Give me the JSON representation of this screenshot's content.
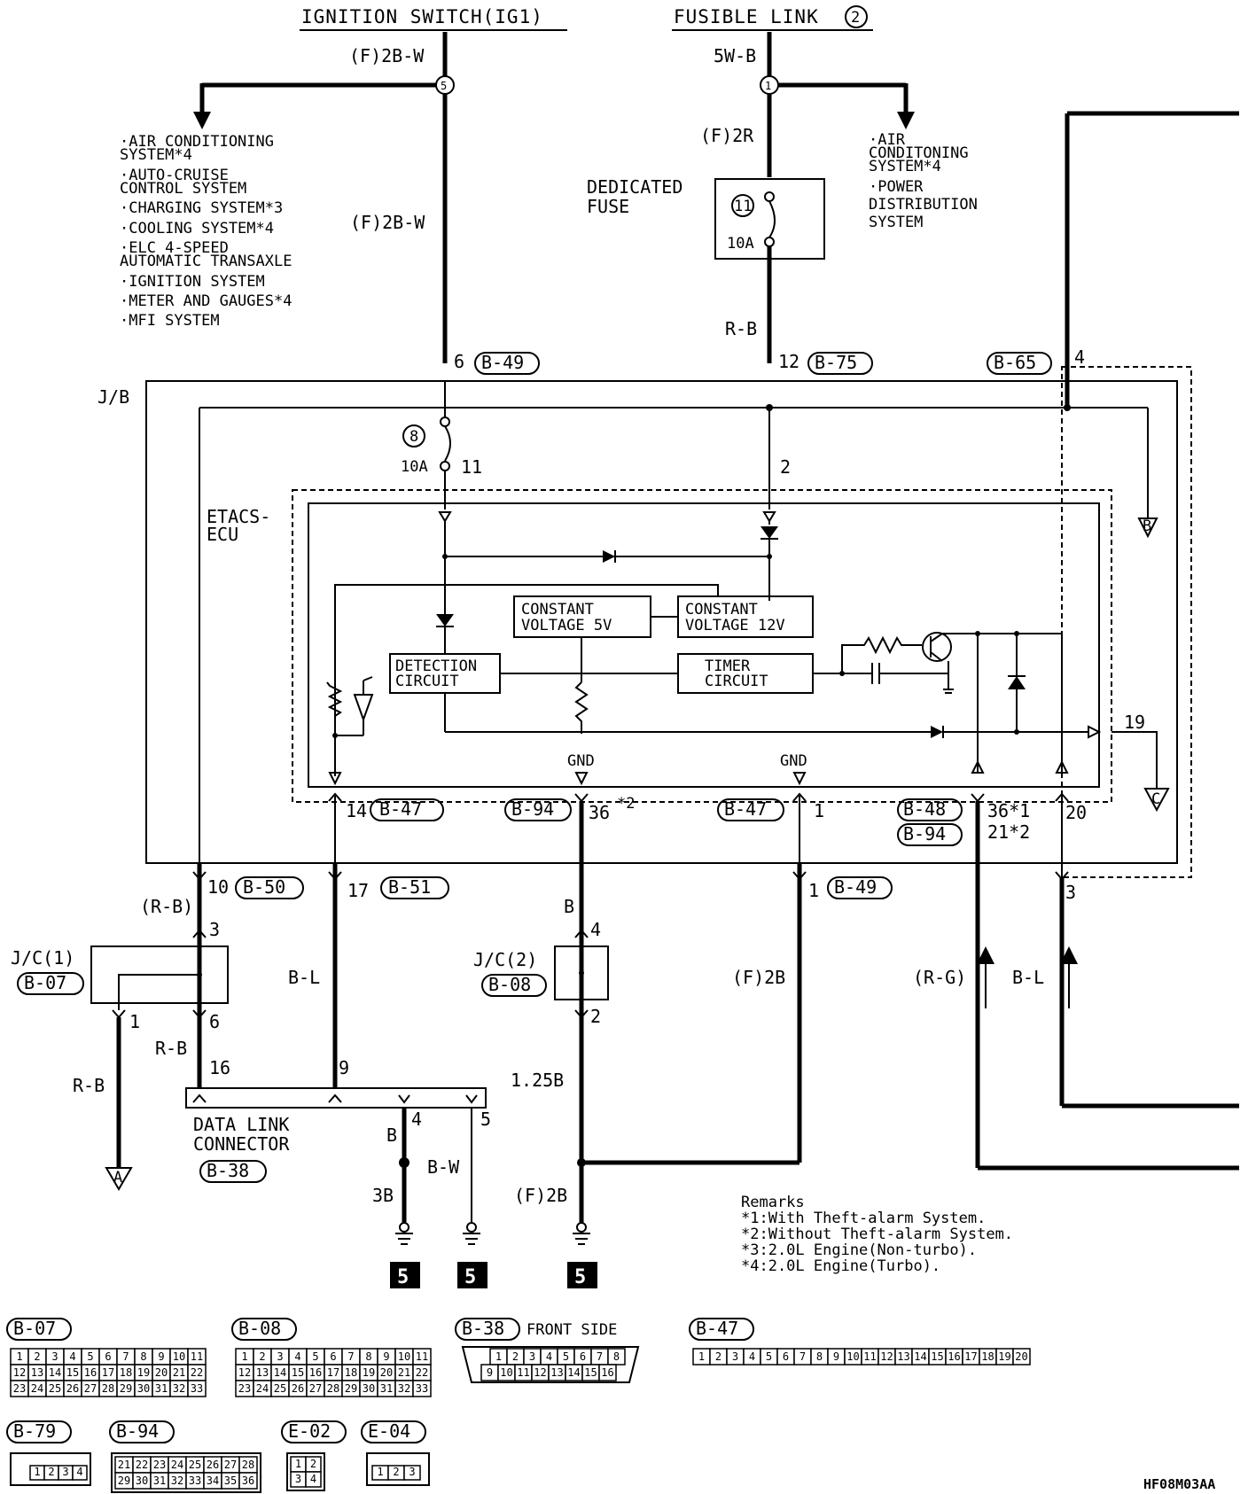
{
  "top_sources": {
    "ignition_switch": "IGNITION SWITCH(IG1)",
    "fusible_link": "FUSIBLE LINK",
    "fusible_link_num": "2"
  },
  "wires_top": {
    "ig_wire": "(F)2B-W",
    "ig_junction": "5",
    "fl_wire": "5W-B",
    "fl_junction": "1",
    "fl_wire2": "(F)2R",
    "ig_wire2": "(F)2B-W",
    "fuse_out_wire": "R-B"
  },
  "left_systems": [
    "·AIR CONDITIONING",
    " SYSTEM*4",
    "·AUTO-CRUISE",
    " CONTROL SYSTEM",
    "·CHARGING SYSTEM*3",
    "·COOLING SYSTEM*4",
    "·ELC 4-SPEED",
    " AUTOMATIC TRANSAXLE",
    "·IGNITION SYSTEM",
    "·METER AND GAUGES*4",
    "·MFI SYSTEM"
  ],
  "right_systems": [
    "·AIR",
    " CONDITONING",
    " SYSTEM*4",
    "·POWER",
    " DISTRIBUTION",
    " SYSTEM"
  ],
  "dedicated_fuse": {
    "label1": "DEDICATED",
    "label2": "FUSE",
    "num": "11",
    "amp": "10A"
  },
  "jb": {
    "label": "J/B",
    "fuse_num": "8",
    "fuse_amp": "10A",
    "pin6": "6",
    "conn_b49": "B-49",
    "pin12": "12",
    "conn_b75": "B-75",
    "conn_b65": "B-65",
    "pin4": "4",
    "pin11": "11",
    "pin2": "2"
  },
  "ecu": {
    "label1": "ETACS-",
    "label2": "ECU",
    "const5v_1": "CONSTANT",
    "const5v_2": "VOLTAGE 5V",
    "const12v_1": "CONSTANT",
    "const12v_2": "VOLTAGE 12V",
    "detect_1": "DETECTION",
    "detect_2": "CIRCUIT",
    "timer_1": "TIMER",
    "timer_2": "CIRCUIT",
    "gnd1": "GND",
    "gnd2": "GND",
    "pin19": "19"
  },
  "ecu_pins": {
    "p14": "14",
    "b47a": "B-47",
    "b94": "B-94",
    "p36": "36",
    "star2": "*2",
    "b47b": "B-47",
    "p1": "1",
    "b48": "B-48",
    "b94b": "B-94",
    "p36s1": "36*1",
    "p21s2": "21*2",
    "p20": "20"
  },
  "jb_bottom": {
    "p10": "10",
    "b50": "B-50",
    "p17": "17",
    "b51": "B-51",
    "p1": "1",
    "b49": "B-49",
    "p3": "3"
  },
  "lower": {
    "rb_paren": "(R-B)",
    "p3": "3",
    "jc1": "J/C(1)",
    "b07": "B-07",
    "p1": "1",
    "p6": "6",
    "rb1": "R-B",
    "rb2": "R-B",
    "p16": "16",
    "bl": "B-L",
    "p9": "9",
    "b": "B",
    "p4": "4",
    "jc2": "J/C(2)",
    "b08": "B-08",
    "p2": "2",
    "w125b": "1.25B",
    "f2b": "(F)2B",
    "f2b2": "(F)2B",
    "rg": "(R-G)",
    "bl2": "B-L",
    "dlc1": "DATA LINK",
    "dlc2": "CONNECTOR",
    "b38": "B-38",
    "dl_p4": "4",
    "dl_p5": "5",
    "dl_b": "B",
    "dl_bw": "B-W",
    "dl_3b": "3B",
    "arrowA": "A",
    "arrowB": "B",
    "arrowC": "C",
    "gnd_num": "5"
  },
  "remarks": [
    "Remarks",
    "*1:With Theft-alarm System.",
    "*2:Without Theft-alarm System.",
    "*3:2.0L Engine(Non-turbo).",
    "*4:2.0L Engine(Turbo)."
  ],
  "connectors": {
    "b07": "B-07",
    "b08": "B-08",
    "b38": "B-38",
    "b38_side": "FRONT SIDE",
    "b47": "B-47",
    "b79": "B-79",
    "b94": "B-94",
    "e02": "E-02",
    "e04": "E-04"
  },
  "code": "HF08M03AA"
}
